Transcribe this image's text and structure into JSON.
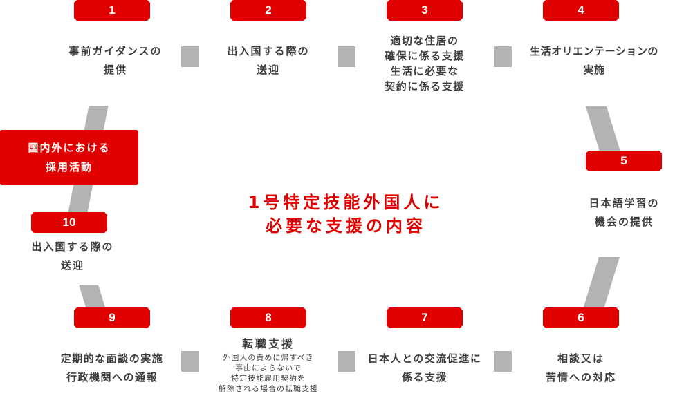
{
  "title": "1号特定技能外国人に\n必要な支援の内容",
  "start_box": {
    "label": "国内外における\n採用活動"
  },
  "colors": {
    "accent": "#e00000",
    "connector": "#b3b3b3",
    "text": "#3c3c3c"
  },
  "steps": [
    {
      "number": "1",
      "label": "事前ガイダンスの\n提供"
    },
    {
      "number": "2",
      "label": "出入国する際の\n送迎"
    },
    {
      "number": "3",
      "label": "適切な住居の\n確保に係る支援\n生活に必要な\n契約に係る支援"
    },
    {
      "number": "4",
      "label": "生活オリエンテーションの\n実施"
    },
    {
      "number": "5",
      "label": "日本語学習の\n機会の提供"
    },
    {
      "number": "6",
      "label": "相談又は\n苦情への対応"
    },
    {
      "number": "7",
      "label": "日本人との交流促進に\n係る支援"
    },
    {
      "number": "8",
      "title": "転職支援",
      "label": "外国人の責めに帰すべき\n事由によらないで\n特定技能雇用契約を\n解除される場合の転職支援"
    },
    {
      "number": "9",
      "label": "定期的な面談の実施\n行政機関への通報"
    },
    {
      "number": "10",
      "label": "出入国する際の\n送迎"
    }
  ]
}
